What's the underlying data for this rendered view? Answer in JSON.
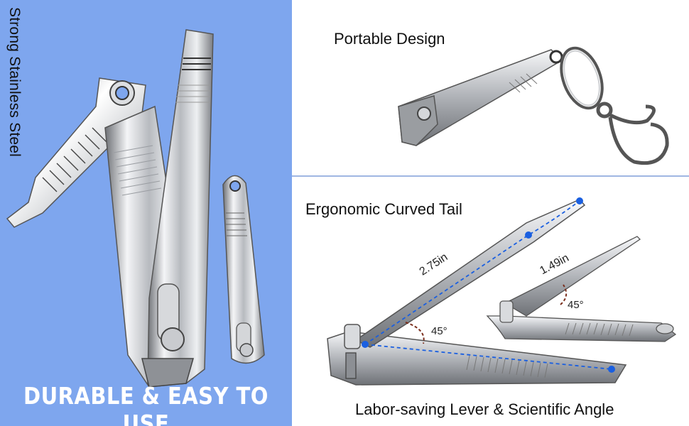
{
  "left": {
    "vertical_label": "Strong Stainless Steel",
    "banner": "DURABLE & EASY TO USE"
  },
  "top_right": {
    "title": "Portable Design"
  },
  "bottom_right": {
    "title": "Ergonomic Curved Tail",
    "caption": "Labor-saving Lever & Scientific Angle",
    "dim_large_length": "2.75in",
    "dim_small_length": "1.49in",
    "angle_large": "45°",
    "angle_small": "45°"
  },
  "colors": {
    "left_background": "#7ea6ee",
    "marker_blue": "#1a5fe0",
    "angle_arc": "#7a2e1c"
  }
}
